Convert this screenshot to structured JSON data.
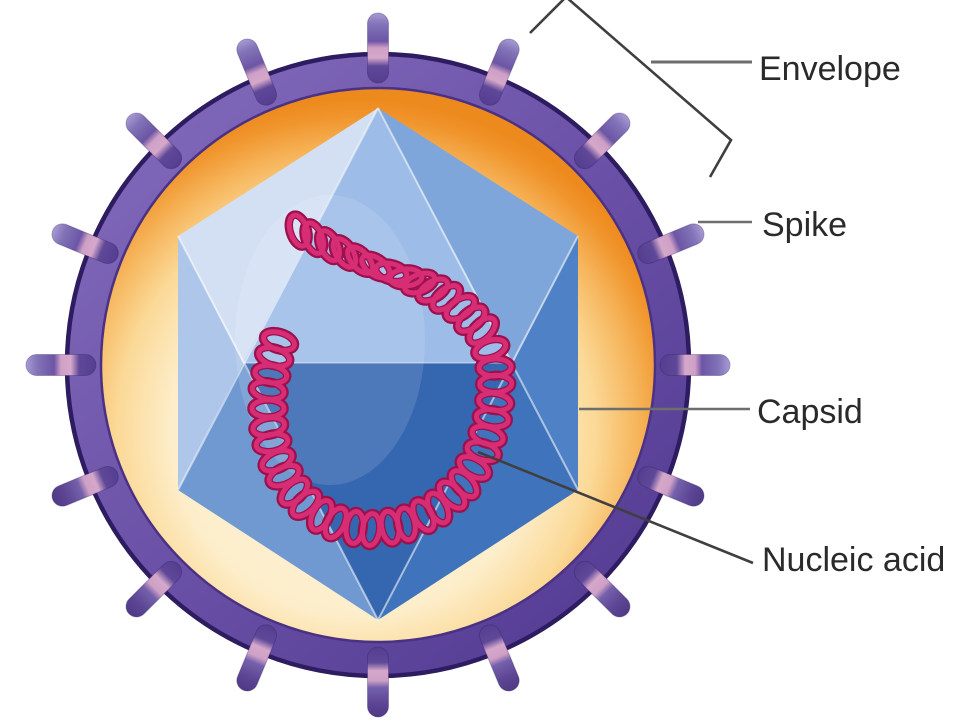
{
  "labels": {
    "envelope": "Envelope",
    "spike": "Spike",
    "capsid": "Capsid",
    "nucleic_acid": "Nucleic acid"
  },
  "colors": {
    "background": "#ffffff",
    "label_text": "#2a2a2a",
    "leader_line": "#6e6e6e",
    "bracket_line": "#3f3f3f",
    "envelope_purple": "#6a51a7",
    "envelope_outline": "#2e1c61",
    "interior_orange": "#f29a33",
    "interior_glow": "#fdeecb",
    "capsid_blue_light": "#d3e0f4",
    "capsid_blue_dark": "#3566b0",
    "nucleic_acid_pink": "#c9175f",
    "nucleic_acid_dark": "#9c104c",
    "nucleic_acid_bright": "#d62d74",
    "spike_lavender": "#8274b8",
    "spike_pink": "#d5a8ca",
    "spike_base_purple": "#543e8f"
  }
}
